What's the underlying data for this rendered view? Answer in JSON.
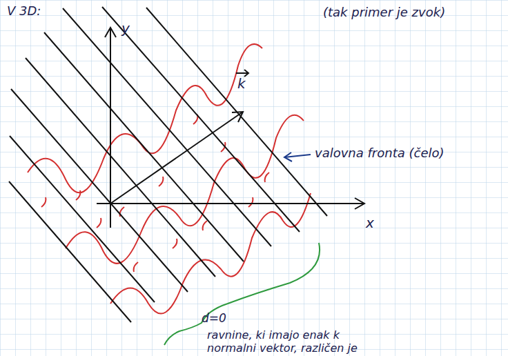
{
  "diagram": {
    "labels": [
      "V 3D:",
      "(tak primer je zvok)",
      "y",
      "k",
      "valovna fronta (čelo)",
      "x",
      "d=0",
      "ravnine, ki imajo enak k normalni vektor, različen je"
    ]
  }
}
